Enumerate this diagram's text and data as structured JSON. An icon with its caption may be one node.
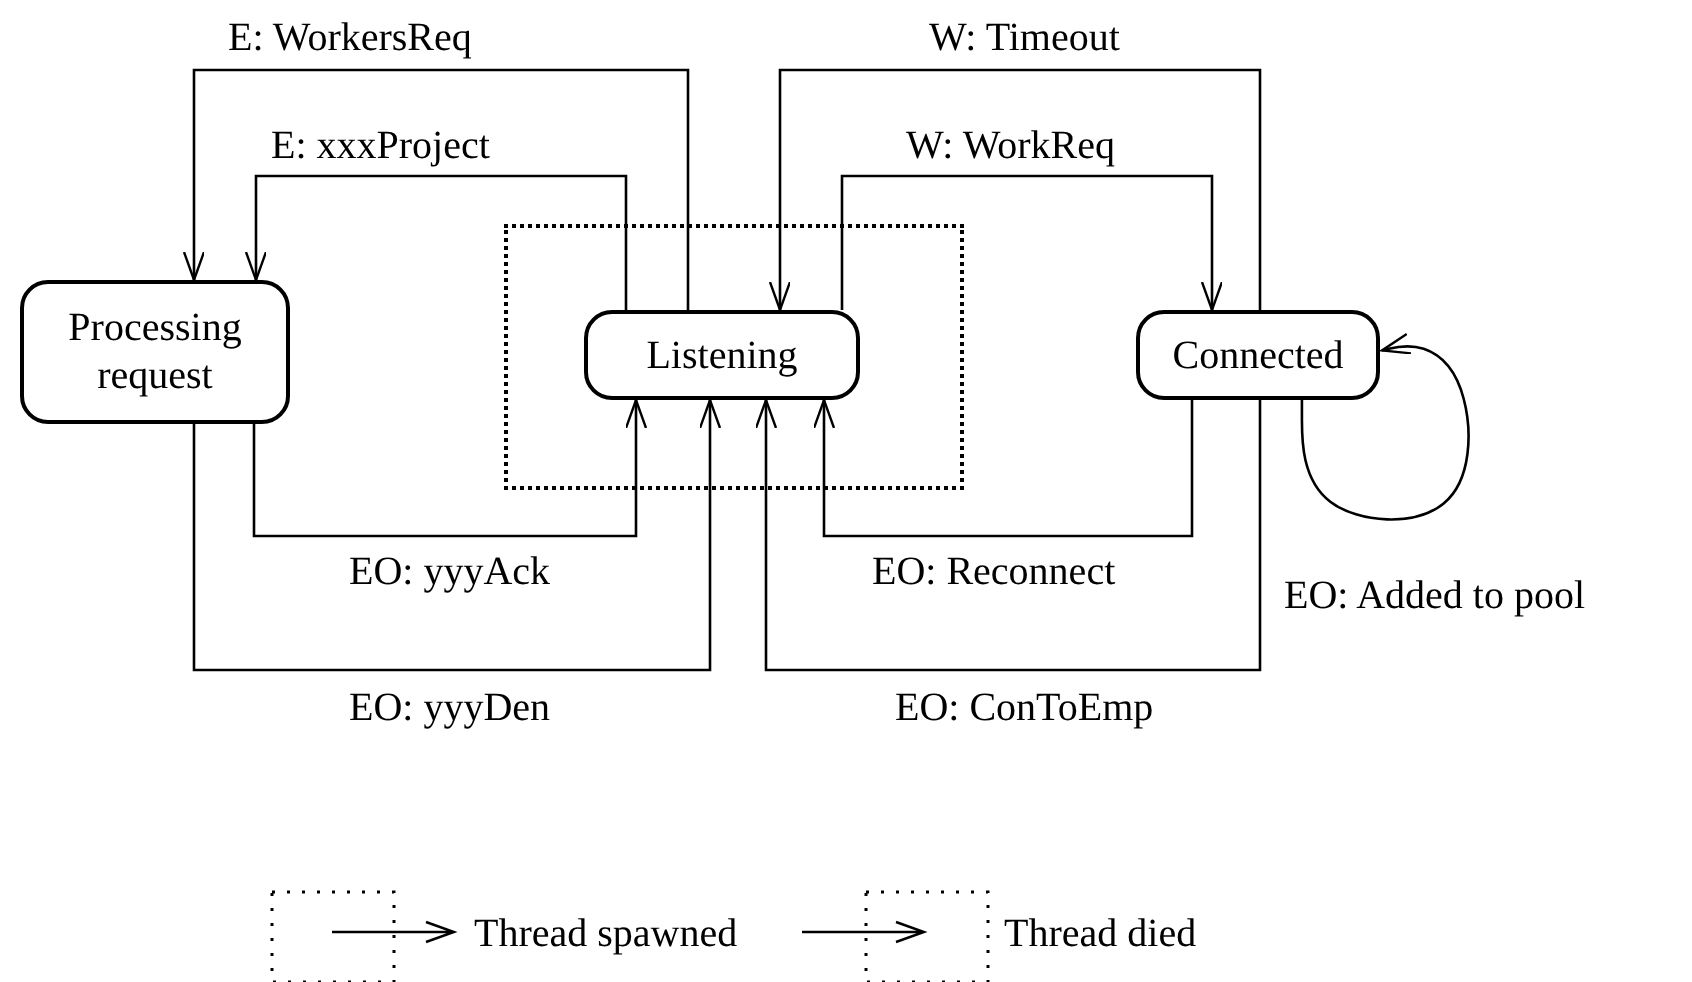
{
  "diagram": {
    "nodes": [
      {
        "text": [
          "Processing request"
        ]
      },
      {
        "text": [],
        "shape": "box"
      },
      {
        "text": [
          "Listening"
        ],
        "in": 1
      },
      {
        "text": [
          "Connected"
        ]
      }
    ],
    "edges": [
      {
        "from": 2,
        "to": 0,
        "arrow": "to",
        "label": "E: WorkersReq"
      },
      {
        "from": 2,
        "to": 0,
        "arrow": "to",
        "label": "E: xxxProject"
      },
      {
        "from": 3,
        "to": 2,
        "arrow": "to",
        "label": "W: Timeout"
      },
      {
        "from": 2,
        "to": 3,
        "arrow": "to",
        "label": "W: WorkReq"
      },
      {
        "from": 0,
        "to": 2,
        "arrow": "to",
        "label": "EO: yyyAck"
      },
      {
        "from": 3,
        "to": 2,
        "arrow": "to",
        "label": "EO: Reconnect"
      },
      {
        "from": 0,
        "to": 2,
        "arrow": "to",
        "label": "EO: yyyDen"
      },
      {
        "from": 3,
        "to": 2,
        "arrow": "to",
        "label": "EO: ConToEmp"
      },
      {
        "from": 3,
        "to": 3,
        "arrow": "to",
        "label": "EO: Added to pool"
      }
    ],
    "legend": [
      {
        "text": "Thread spawned"
      },
      {
        "text": "Thread died"
      }
    ]
  }
}
